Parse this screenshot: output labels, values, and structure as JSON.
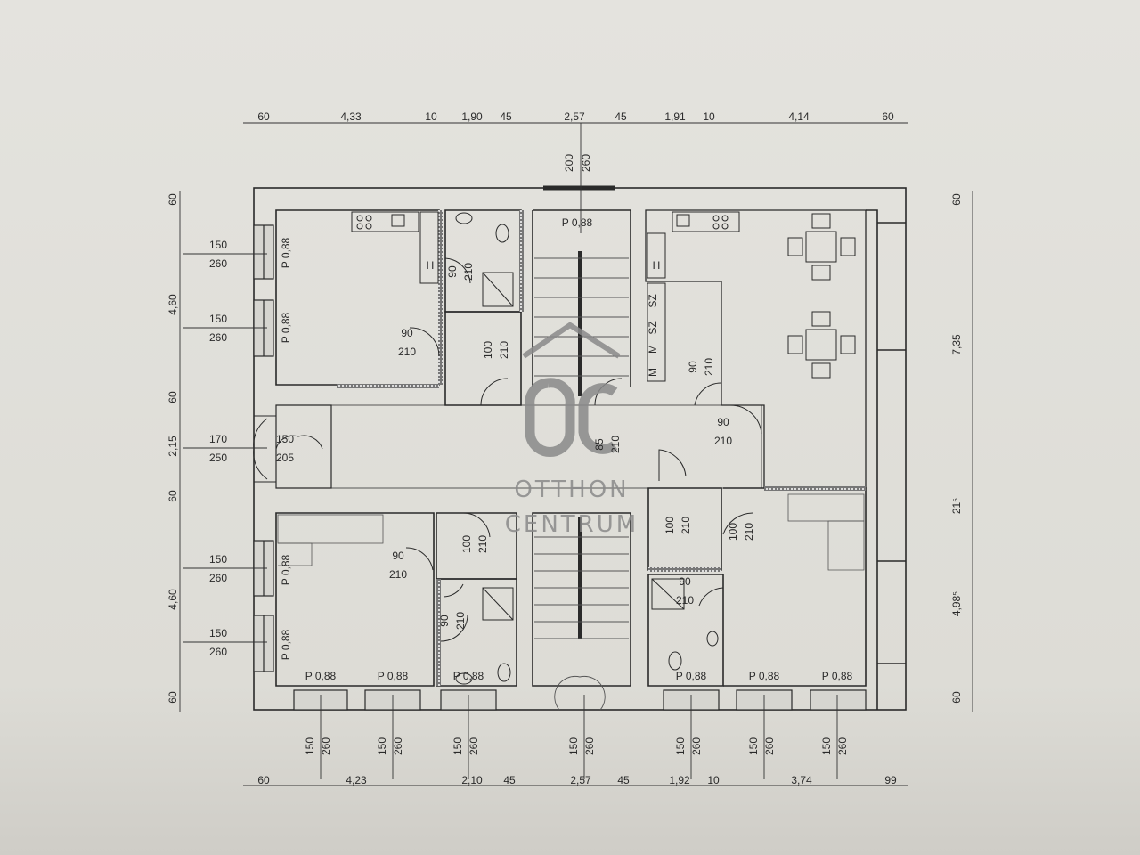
{
  "dimensions": {
    "top": [
      "60",
      "4,33",
      "10",
      "1,90",
      "45",
      "2,57",
      "45",
      "1,91",
      "10",
      "4,14",
      "60"
    ],
    "bottom": [
      "60",
      "4,23",
      "2,10",
      "45",
      "2,57",
      "45",
      "1,92",
      "10",
      "3,74",
      "99"
    ],
    "left": [
      "60",
      "4,60",
      "60",
      "2,15",
      "60",
      "4,60",
      "60"
    ],
    "right": [
      "60",
      "7,35",
      "21⁵",
      "4,98⁵",
      "60"
    ],
    "stair_top_a": "200",
    "stair_top_b": "260"
  },
  "windows": {
    "sill": "150",
    "height": "260",
    "p_label": "P 0,88",
    "door_outer_w": "170",
    "door_outer_h": "250",
    "door_inner_w": "150",
    "door_inner_h": "205"
  },
  "doors": {
    "d90": "90",
    "d100": "100",
    "d85": "85",
    "h210": "210"
  },
  "fixtures": {
    "h": "H",
    "sz": "SZ",
    "m": "M"
  },
  "watermark": {
    "line1": "OTTHON",
    "line2": "CENTRUM",
    "logo": "OC"
  },
  "colors": {
    "paper": "#e9e8e4",
    "ink": "#2a2a2a",
    "watermark": "#8a8a8a"
  }
}
